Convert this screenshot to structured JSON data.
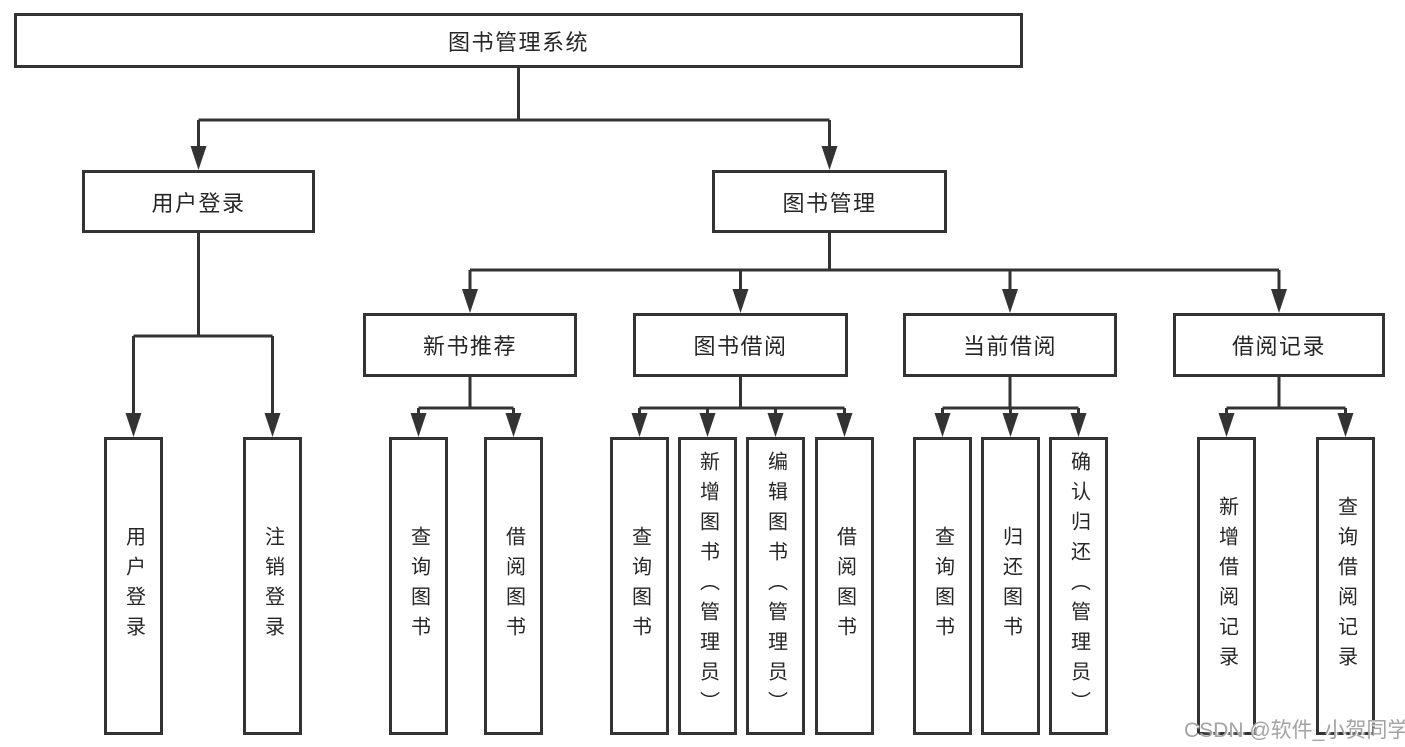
{
  "colors": {
    "line": "#333333",
    "node_border": "#333333",
    "text": "#262626",
    "watermark": "#a3a3a3",
    "background": "#ffffff"
  },
  "watermark": {
    "text": "CSDN @软件_小贺同学"
  },
  "tree": {
    "root_label": "图书管理系统",
    "branches": [
      {
        "label": "用户登录",
        "leaves": [
          "用户登录",
          "注销登录"
        ]
      },
      {
        "label": "图书管理",
        "sections": [
          {
            "label": "新书推荐",
            "leaves": [
              "查询图书",
              "借阅图书"
            ]
          },
          {
            "label": "图书借阅",
            "leaves": [
              "查询图书",
              "新增图书（管理员）",
              "编辑图书（管理员）",
              "借阅图书"
            ]
          },
          {
            "label": "当前借阅",
            "leaves": [
              "查询图书",
              "归还图书",
              "确认归还（管理员）"
            ]
          },
          {
            "label": "借阅记录",
            "leaves": [
              "新增借阅记录",
              "查询借阅记录"
            ]
          }
        ]
      }
    ]
  }
}
